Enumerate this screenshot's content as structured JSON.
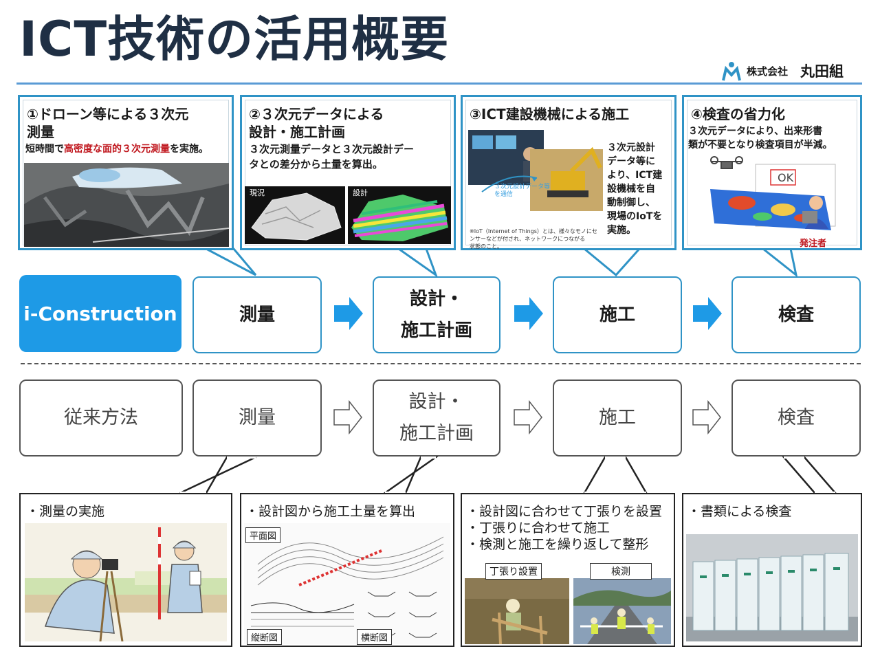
{
  "header": {
    "title": "ICT技術の活用概要",
    "company_prefix": "株式会社",
    "company_name": "丸田組",
    "logo_letter": "M"
  },
  "ict_steps": [
    {
      "title_line1": "①ドローン等による３次元",
      "title_line2": "測量",
      "desc_before": "短時間で",
      "desc_highlight": "高密度な面的３次元測量",
      "desc_after": "を実施。"
    },
    {
      "title_line1": "②３次元データによる",
      "title_line2": "設計・施工計画",
      "desc_line1": "３次元測量データと３次元設計デー",
      "desc_line2": "タとの差分から土量を算出。",
      "img_label_left": "現況",
      "img_label_right": "設計"
    },
    {
      "title": "③ICT建設機械による施工",
      "desc_lines": [
        "３次元設計",
        "データ等に",
        "より、ICT建",
        "設機械を自",
        "動制御し、",
        "現場のIoTを",
        "実施。"
      ],
      "note_lines": [
        "※IoT（Internet of Things）とは、様々なモノにセ",
        "ンサーなどが付され、ネットワークにつながる",
        "状態のこと。"
      ],
      "img_overlay_line1": "３次元設計データ等",
      "img_overlay_line2": "を通信"
    },
    {
      "title": "④検査の省力化",
      "desc_line1": "３次元データにより、出来形書",
      "desc_line2": "類が不要となり検査項目が半減。",
      "ok_label": "OK",
      "client_label": "発注者"
    }
  ],
  "flow_ict": {
    "start": "i-Construction",
    "steps": [
      "測量",
      "設計・",
      "施工計画",
      "施工",
      "検査"
    ]
  },
  "flow_trad": {
    "start": "従来方法",
    "steps": [
      "測量",
      "設計・",
      "施工計画",
      "施工",
      "検査"
    ]
  },
  "trad_details": [
    {
      "lines": [
        "・測量の実施"
      ]
    },
    {
      "lines": [
        "・設計図から施工土量を算出"
      ],
      "tags": [
        "平面図",
        "縦断図",
        "横断図"
      ]
    },
    {
      "lines": [
        "・設計図に合わせて丁張りを設置",
        "・丁張りに合わせて施工",
        "・検測と施工を繰り返して整形"
      ],
      "tags": [
        "丁張り設置",
        "検測"
      ]
    },
    {
      "lines": [
        "・書類による検査"
      ]
    }
  ],
  "colors": {
    "accent_blue": "#2f93c6",
    "ict_fill": "#1e9ae6",
    "arrow_blue": "#1e9ae6",
    "title_navy": "#1f2f44",
    "highlight_red": "#c0171e"
  }
}
